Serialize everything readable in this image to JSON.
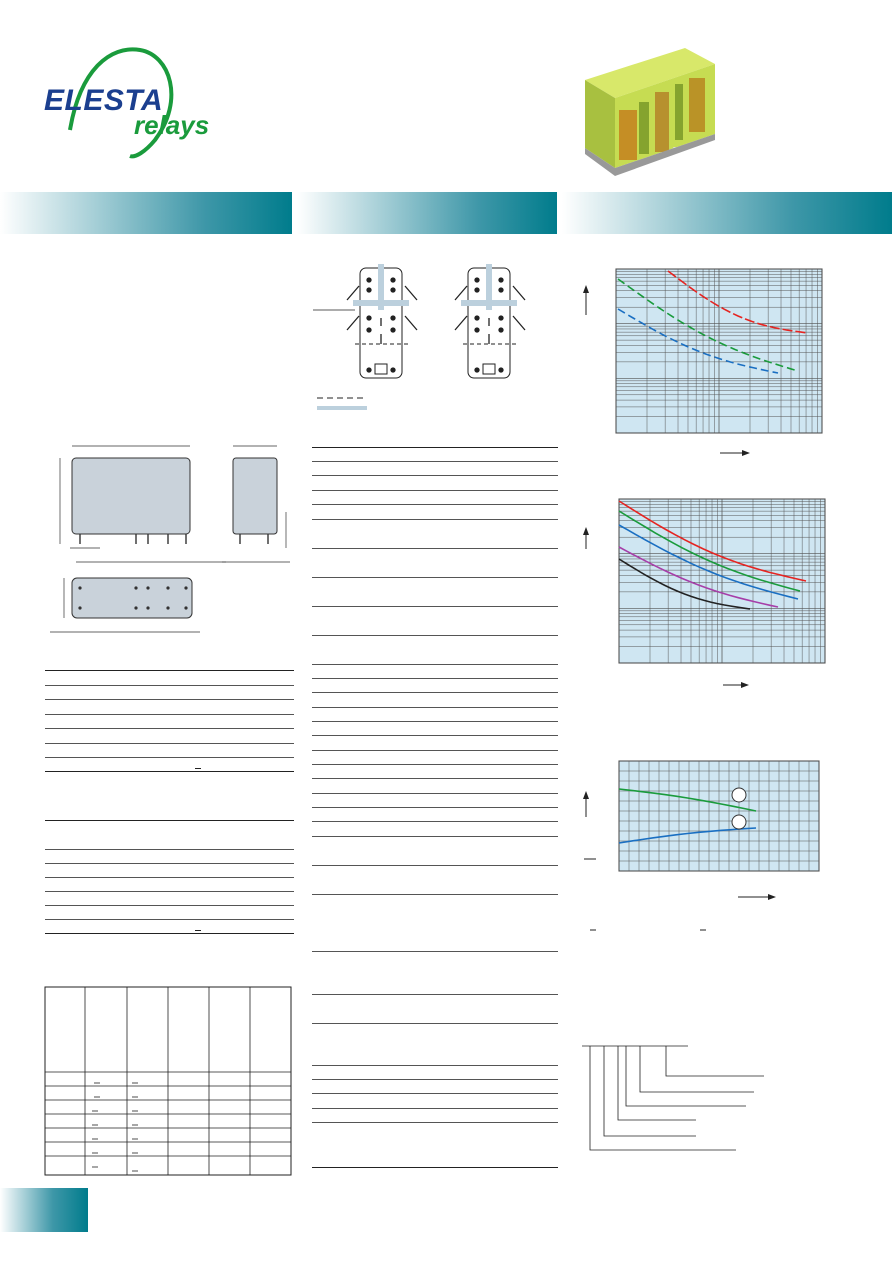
{
  "brand": {
    "word1": "ELESTA",
    "word2": "relays",
    "primary_color": "#1b3f8f",
    "accent_color": "#1a9b3c",
    "band_color": "#007c8c"
  },
  "chart_data": [
    {
      "type": "line",
      "x_scale": "log",
      "y_scale": "log",
      "grid": true,
      "series": [
        {
          "color": "#e52421",
          "values": []
        },
        {
          "color": "#1a9b3c",
          "values": []
        },
        {
          "color": "#1a6fc2",
          "values": []
        }
      ]
    },
    {
      "type": "line",
      "x_scale": "log",
      "y_scale": "log",
      "grid": true,
      "series": [
        {
          "color": "#e52421",
          "values": []
        },
        {
          "color": "#1a9b3c",
          "values": []
        },
        {
          "color": "#1a6fc2",
          "values": []
        },
        {
          "color": "#a63ea8",
          "values": []
        },
        {
          "color": "#222222",
          "values": []
        }
      ]
    },
    {
      "type": "line",
      "x_scale": "linear",
      "y_scale": "linear",
      "grid": true,
      "series": [
        {
          "color": "#1a9b3c",
          "values": []
        },
        {
          "color": "#1a6fc2",
          "values": []
        }
      ]
    }
  ]
}
